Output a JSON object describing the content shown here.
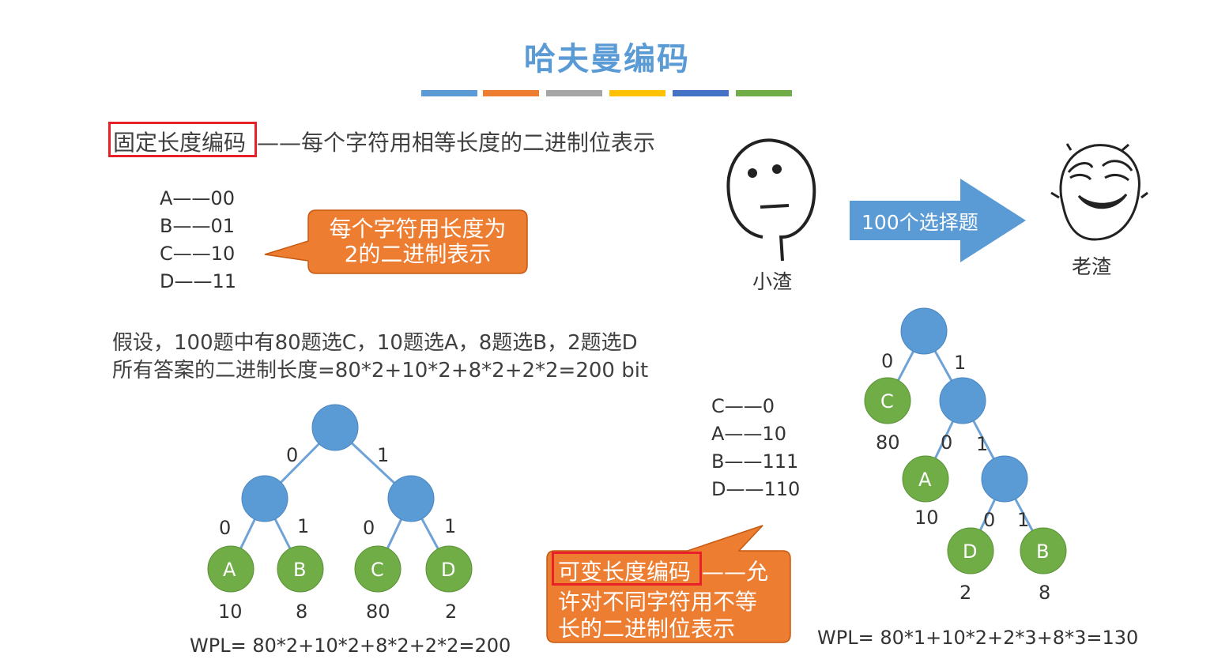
{
  "title": "哈夫曼编码",
  "colorbar": [
    "#5b9bd5",
    "#ed7d31",
    "#a5a5a5",
    "#ffc000",
    "#4472c4",
    "#70ad47"
  ],
  "fixed": {
    "term": "固定长度编码",
    "desc": "——每个字符用相等长度的二进制位表示",
    "codes": [
      "A——00",
      "B——01",
      "C——10",
      "D——11"
    ],
    "callout_line1": "每个字符用长度为",
    "callout_line2": "2的二进制表示"
  },
  "assumption": {
    "line1": "假设，100题中有80题选C，10题选A，8题选B，2题选D",
    "line2": "所有答案的二进制长度=80*2+10*2+8*2+2*2=200 bit"
  },
  "tree1": {
    "edge_labels": [
      "0",
      "1",
      "0",
      "1",
      "0",
      "1"
    ],
    "leaves": [
      "A",
      "B",
      "C",
      "D"
    ],
    "weights": [
      "10",
      "8",
      "80",
      "2"
    ],
    "wpl": "WPL= 80*2+10*2+8*2+2*2=200"
  },
  "variable": {
    "codes": [
      "C——0",
      "A——10",
      "B——111",
      "D——110"
    ],
    "term": "可变长度编码",
    "desc_line1": "——允",
    "desc_line2": "许对不同字符用不等",
    "desc_line3": "长的二进制位表示"
  },
  "meme": {
    "arrow_text": "100个选择题",
    "left_label": "小渣",
    "right_label": "老渣"
  },
  "tree2": {
    "edge_labels": [
      "0",
      "1",
      "0",
      "1",
      "0",
      "1"
    ],
    "leaves": [
      "C",
      "A",
      "D",
      "B"
    ],
    "weights": [
      "80",
      "10",
      "2",
      "8"
    ],
    "wpl": "WPL= 80*1+10*2+2*3+8*3=130"
  },
  "colors": {
    "internal_node": "#5b9bd5",
    "leaf_node": "#70ad47",
    "callout": "#ed7d31",
    "arrow": "#5b9bd5",
    "highlight_box": "#e8202a"
  }
}
